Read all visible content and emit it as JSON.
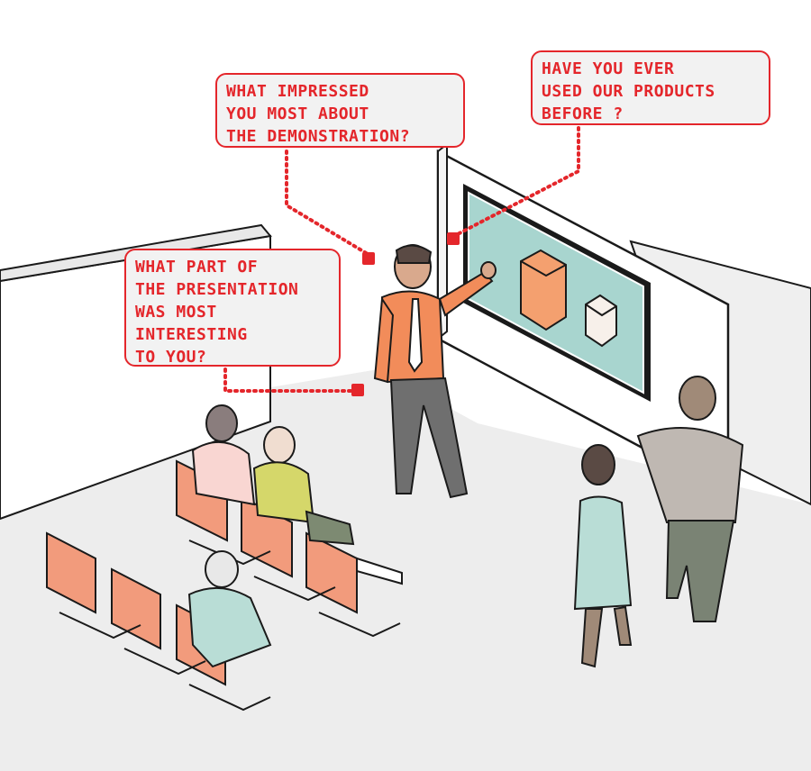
{
  "questions": [
    {
      "id": "impressed",
      "lines": [
        "WHAT IMPRESSED",
        "YOU MOST ABOUT",
        "THE DEMONSTRATION?"
      ]
    },
    {
      "id": "products",
      "lines": [
        "HAVE YOU EVER",
        "USED OUR PRODUCTS",
        "BEFORE ?"
      ]
    },
    {
      "id": "part",
      "lines": [
        "WHAT PART OF",
        "THE PRESENTATION",
        "WAS MOST",
        "INTERESTING",
        "TO YOU?"
      ]
    }
  ],
  "colors": {
    "accent": "#e4262b",
    "bubble_fill": "#f2f2f2",
    "floor": "#ededed",
    "screen": "#a8d5cf",
    "chair": "#f29b7c",
    "shirt_presenter": "#f28c5a",
    "trousers": "#6f6f6f",
    "line": "#1a1a1a"
  }
}
